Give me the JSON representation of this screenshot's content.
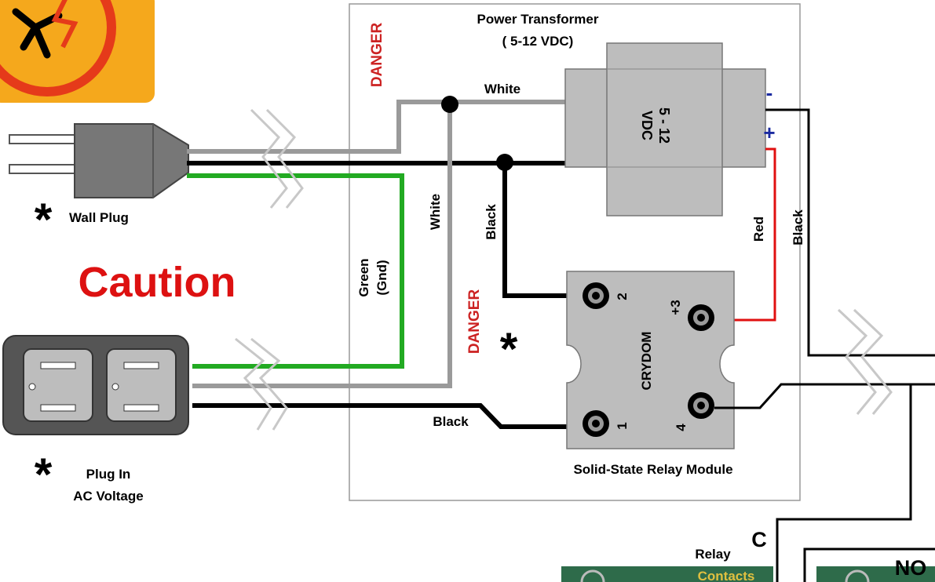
{
  "labels": {
    "transformer_title_1": "Power Transformer",
    "transformer_title_2": "( 5-12 VDC)",
    "transformer_vdc_1": "5 - 12",
    "transformer_vdc_2": "VDC",
    "minus": "-",
    "plus": "+",
    "danger_top": "DANGER",
    "danger_mid": "DANGER",
    "wire_white_top": "White",
    "wire_white_vertical": "White",
    "wire_black_vertical": "Black",
    "wire_green_1": "Green",
    "wire_green_2": "(Gnd)",
    "wire_red": "Red",
    "wire_black_right": "Black",
    "wire_black_bottom": "Black",
    "wall_plug": "Wall Plug",
    "caution": "Caution",
    "plug_in_1": "Plug In",
    "plug_in_2": "AC Voltage",
    "crydom": "CRYDOM",
    "term_1": "1",
    "term_2": "2",
    "term_3": "+3",
    "term_4": "4",
    "relay_module": "Solid-State Relay Module",
    "relay_contacts_1": "Relay",
    "relay_contacts_2": "Contacts",
    "contact_c": "C",
    "contact_no": "NO",
    "asterisk": "*"
  },
  "colors": {
    "danger_red": "#cc2222",
    "caution_red": "#dd1111",
    "polarity_blue": "#1a2aa0",
    "wire_green": "#22aa22",
    "wire_red": "#e01010",
    "wire_white": "#9a9a9a",
    "component_gray": "#bdbdbd",
    "warning_orange": "#f5a81c",
    "board_green": "#2e6b4a"
  }
}
